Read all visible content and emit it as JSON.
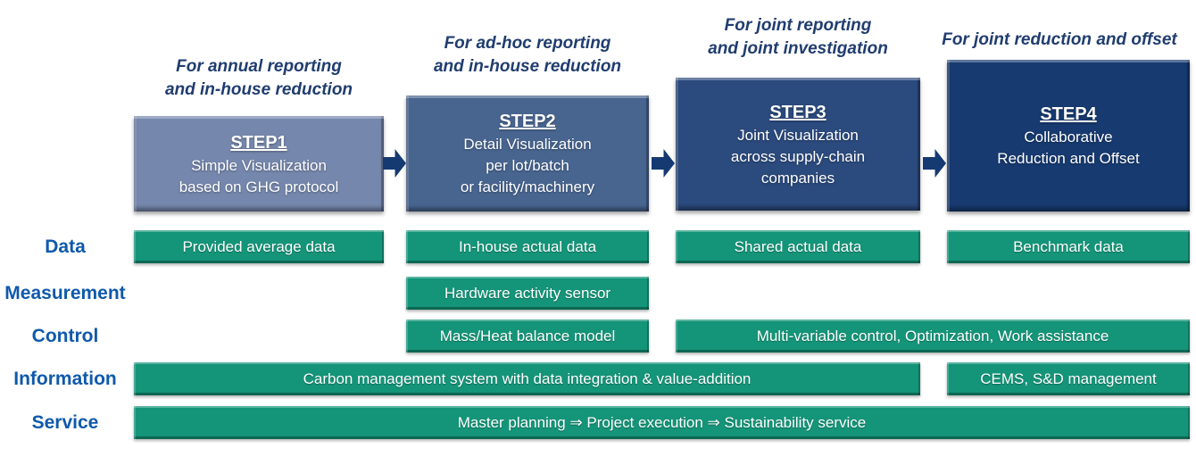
{
  "colors": {
    "background": "#ffffff",
    "annotation_text": "#203d6f",
    "row_label_text": "#0f59ab",
    "arrow": "#143a71",
    "bar_fill": "#149478",
    "bar_text": "#ffffff",
    "step_text": "#ffffff",
    "step_fills": [
      "#7587ac",
      "#486590",
      "#2b4a7d",
      "#173a70"
    ]
  },
  "steps": [
    {
      "annotation": [
        "For annual reporting",
        "and in-house reduction"
      ],
      "title": "STEP1",
      "lines": [
        "Simple Visualization",
        "based on GHG protocol"
      ]
    },
    {
      "annotation": [
        "For ad-hoc reporting",
        "and in-house reduction"
      ],
      "title": "STEP2",
      "lines": [
        "Detail Visualization",
        "per lot/batch",
        "or facility/machinery"
      ]
    },
    {
      "annotation": [
        "For joint reporting",
        "and joint investigation"
      ],
      "title": "STEP3",
      "lines": [
        "Joint Visualization",
        "across supply-chain",
        "companies"
      ]
    },
    {
      "annotation": [
        "For joint reduction and offset"
      ],
      "title": "STEP4",
      "lines": [
        "Collaborative",
        "Reduction and Offset"
      ]
    }
  ],
  "rows": [
    {
      "label": "Data",
      "bars": [
        {
          "text": "Provided average data"
        },
        {
          "text": "In-house actual data"
        },
        {
          "text": "Shared actual data"
        },
        {
          "text": "Benchmark data"
        }
      ]
    },
    {
      "label": "Measurement",
      "bars": [
        {
          "text": "Hardware activity sensor"
        }
      ]
    },
    {
      "label": "Control",
      "bars": [
        {
          "text": "Mass/Heat balance model"
        },
        {
          "text": "Multi-variable control, Optimization, Work assistance"
        }
      ]
    },
    {
      "label": "Information",
      "bars": [
        {
          "text": "Carbon management system with data integration & value-addition"
        },
        {
          "text": "CEMS, S&D management"
        }
      ]
    },
    {
      "label": "Service",
      "bars": [
        {
          "text": "Master planning ⇒ Project execution ⇒ Sustainability service"
        }
      ]
    }
  ]
}
